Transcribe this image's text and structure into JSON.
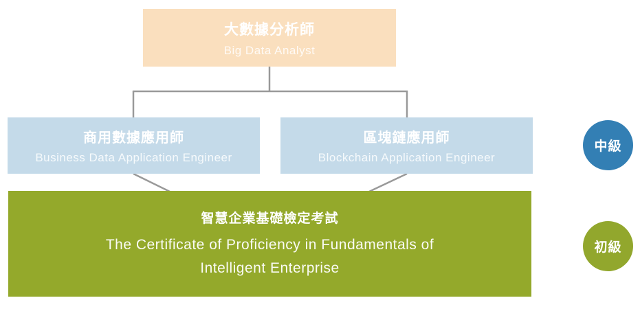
{
  "diagram": {
    "top_box": {
      "title_zh": "大數據分析師",
      "subtitle_en": "Big Data Analyst"
    },
    "mid_boxes": [
      {
        "title_zh": "商用數據應用師",
        "subtitle_en": "Business Data Application Engineer"
      },
      {
        "title_zh": "區塊鏈應用師",
        "subtitle_en": "Blockchain Application Engineer"
      }
    ],
    "bottom_box": {
      "title_zh": "智慧企業基礎檢定考試",
      "subtitle_en_line1": "The Certificate of Proficiency in Fundamentals of",
      "subtitle_en_line2": "Intelligent Enterprise"
    },
    "level_badges": [
      {
        "label": "中級",
        "color": "#337FB4"
      },
      {
        "label": "初級",
        "color": "#92A72D"
      }
    ],
    "colors": {
      "top_box_bg": "#FADFBE",
      "mid_box_bg": "#C4DAE9",
      "bottom_box_bg": "#94A92B",
      "connector": "#999999"
    }
  }
}
